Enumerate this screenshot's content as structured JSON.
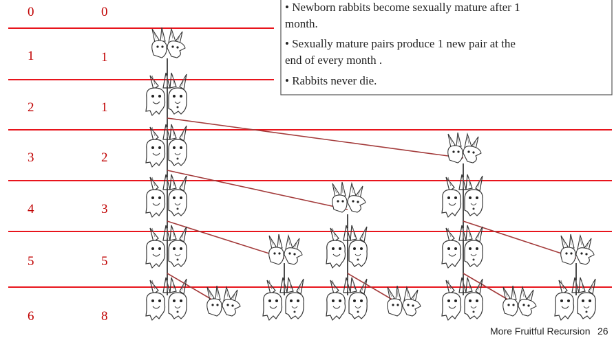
{
  "rows": [
    {
      "month": "0",
      "pairs": "0"
    },
    {
      "month": "1",
      "pairs": "1"
    },
    {
      "month": "2",
      "pairs": "1"
    },
    {
      "month": "3",
      "pairs": "2"
    },
    {
      "month": "4",
      "pairs": "3"
    },
    {
      "month": "5",
      "pairs": "5"
    },
    {
      "month": "6",
      "pairs": "8"
    }
  ],
  "rules": [
    [
      "• Newborn rabbits become sexually mature after 1",
      "month."
    ],
    [
      "• Sexually mature pairs produce 1 new pair at the",
      "end of every month ."
    ],
    [
      "• Rabbits never die."
    ]
  ],
  "footer": {
    "title": "More Fruitful Recursion",
    "page": "26"
  },
  "colors": {
    "number": "#c00000",
    "divider": "#e8141c",
    "spawn_line": "#a33a3a",
    "stem": "#111111"
  }
}
